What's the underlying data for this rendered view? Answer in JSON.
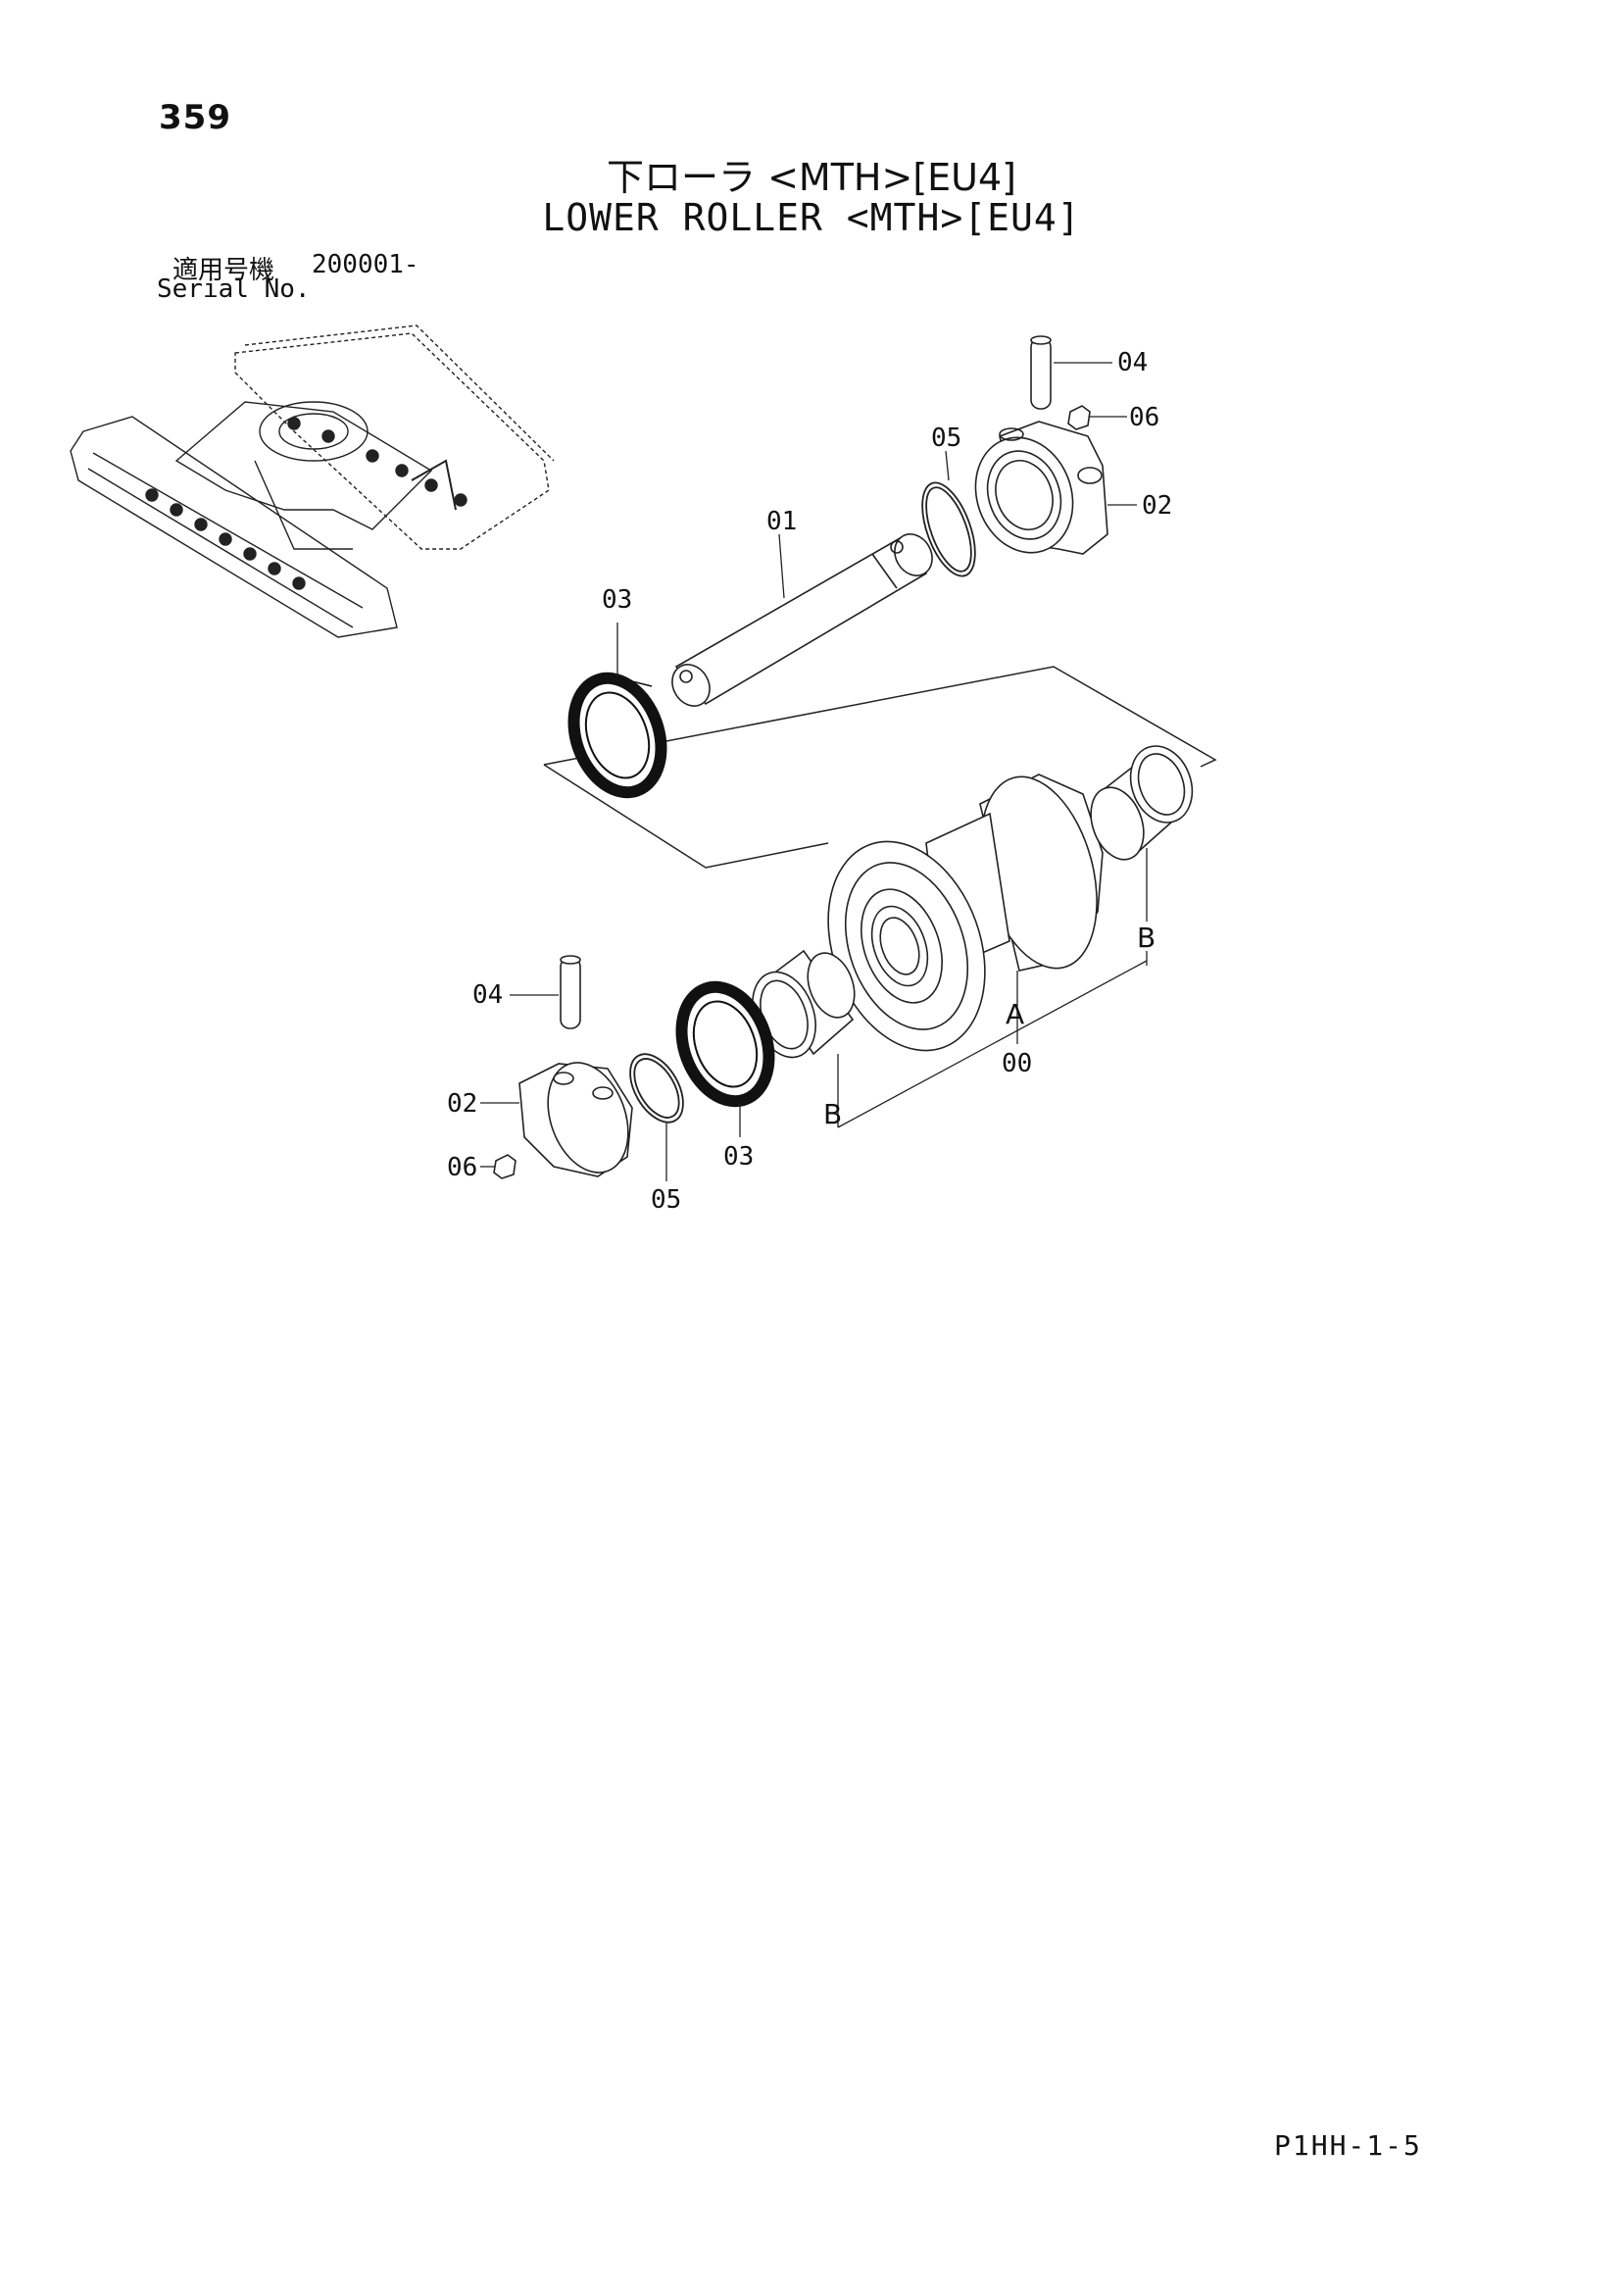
{
  "page": {
    "number": "359",
    "title_ja": "下ローラ <MTH>[EU4]",
    "title_en": "LOWER ROLLER <MTH>[EU4]",
    "serial_label_ja": "適用号機",
    "serial_value": "200001-",
    "serial_label_en": "Serial No.",
    "doc_code": "P1HH-1-5"
  },
  "callouts": {
    "c04_top": "04",
    "c06_top": "06",
    "c05_top": "05",
    "c02_top": "02",
    "c01": "01",
    "c03_top": "03",
    "cB_right": "B",
    "cA": "A",
    "c00": "00",
    "c04_bottom": "04",
    "c02_bottom": "02",
    "c06_bottom": "06",
    "c05_bottom": "05",
    "c03_bottom": "03",
    "cB_left": "B"
  }
}
